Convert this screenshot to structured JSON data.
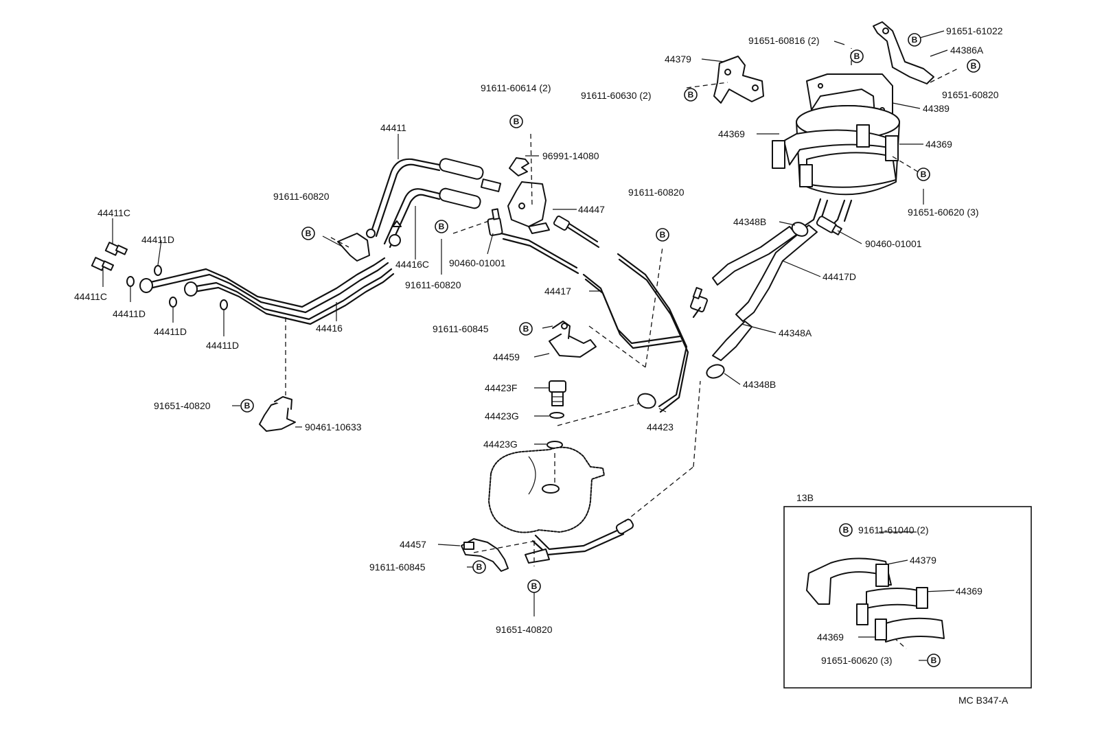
{
  "bolt_symbol": "B",
  "inset_title": "13B",
  "drawing_code": "MC B347-A",
  "labels": {
    "p44411C_a": "44411C",
    "p44411C_b": "44411C",
    "p44411D_a": "44411D",
    "p44411D_b": "44411D",
    "p44411D_c": "44411D",
    "p44411D_d": "44411D",
    "p44416": "44416",
    "p44411": "44411",
    "p91611_60820_a": "91611-60820",
    "p44416C": "44416C",
    "p91611_60614": "91611-60614 (2)",
    "p96991_14080": "96991-14080",
    "p44447": "44447",
    "p90460_01001_a": "90460-01001",
    "p91611_60820_b": "91611-60820",
    "p91611_60820_c": "91611-60820",
    "p44417": "44417",
    "p91611_60845_a": "91611-60845",
    "p44459": "44459",
    "p44423F": "44423F",
    "p44423G_a": "44423G",
    "p44423G_b": "44423G",
    "p44423": "44423",
    "p91651_40820_a": "91651-40820",
    "p90461_10633": "90461-10633",
    "p44457": "44457",
    "p91611_60845_b": "91611-60845",
    "p91651_40820_b": "91651-40820",
    "p44379_main": "44379",
    "p91611_60630": "91611-60630 (2)",
    "p91651_60816": "91651-60816 (2)",
    "p91651_61022": "91651-61022",
    "p44386A": "44386A",
    "p91651_60820": "91651-60820",
    "p44389": "44389",
    "p44369_a": "44369",
    "p44369_b": "44369",
    "p91651_60620_a": "91651-60620 (3)",
    "p44348B_a": "44348B",
    "p90460_01001_b": "90460-01001",
    "p44417D": "44417D",
    "p44348A": "44348A",
    "p44348B_b": "44348B",
    "in_91611_61040": "91611-61040 (2)",
    "in_44379": "44379",
    "in_44369_a": "44369",
    "in_44369_b": "44369",
    "in_91651_60620": "91651-60620 (3)"
  }
}
